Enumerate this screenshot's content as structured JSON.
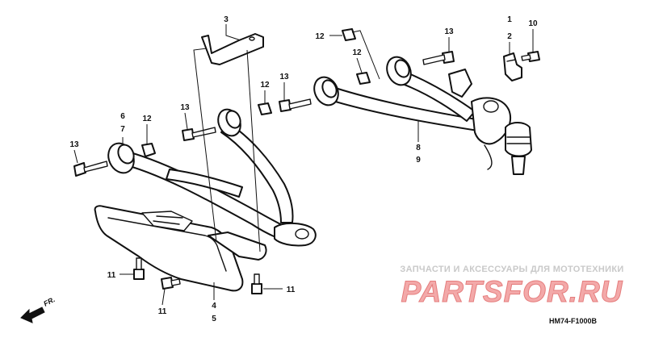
{
  "diagram": {
    "callouts": [
      {
        "id": "c3",
        "text": "3"
      },
      {
        "id": "c1",
        "text": "1"
      },
      {
        "id": "c2",
        "text": "2"
      },
      {
        "id": "c10",
        "text": "10"
      },
      {
        "id": "c12a",
        "text": "12"
      },
      {
        "id": "c13a",
        "text": "13"
      },
      {
        "id": "c12b",
        "text": "12"
      },
      {
        "id": "c12c",
        "text": "12"
      },
      {
        "id": "c13b",
        "text": "13"
      },
      {
        "id": "c13c",
        "text": "13"
      },
      {
        "id": "c6",
        "text": "6"
      },
      {
        "id": "c7",
        "text": "7"
      },
      {
        "id": "c12d",
        "text": "12"
      },
      {
        "id": "c13d",
        "text": "13"
      },
      {
        "id": "c8",
        "text": "8"
      },
      {
        "id": "c9",
        "text": "9"
      },
      {
        "id": "c11a",
        "text": "11"
      },
      {
        "id": "c11b",
        "text": "11"
      },
      {
        "id": "c11c",
        "text": "11"
      },
      {
        "id": "c4",
        "text": "4"
      },
      {
        "id": "c5",
        "text": "5"
      }
    ],
    "front_indicator": "FR.",
    "diagram_code": "HM74-F1000B"
  },
  "watermark": {
    "tagline": "ЗАПЧАСТИ И АКСЕССУАРЫ ДЛЯ МОТОТЕХНИКИ",
    "brand": "PARTSFOR.RU",
    "brand_color": "#f3a9a9"
  }
}
